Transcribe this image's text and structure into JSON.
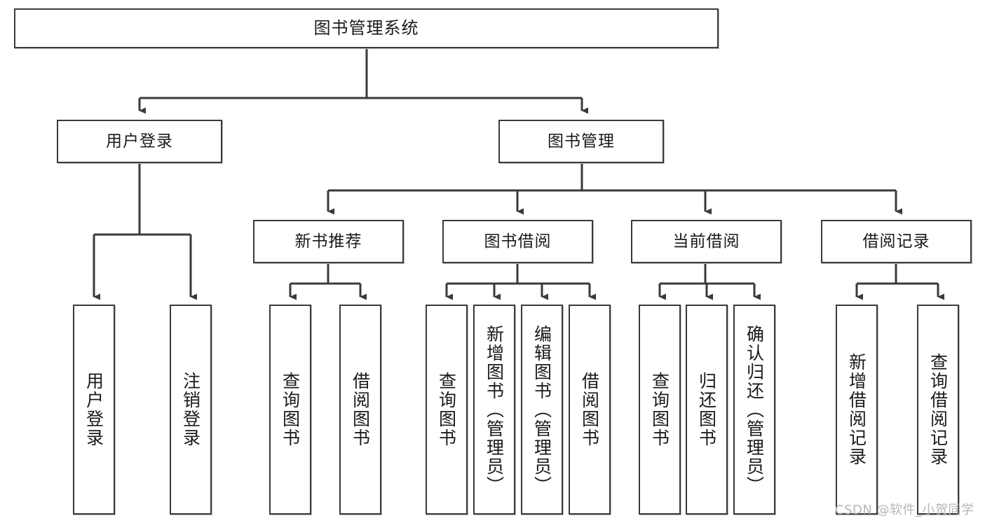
{
  "diagram": {
    "title": "图书管理系统",
    "watermark": "CSDN @软件_小贺同学",
    "line_color": "#3a3a3a",
    "box_border_color": "#3a3a3a",
    "box_fill_color": "#ffffff",
    "text_color": "#1a1a1a",
    "watermark_color": "#b7b7b7"
  },
  "nodes": {
    "root": {
      "label": "图书管理系统"
    },
    "level2": [
      {
        "label": "用户登录"
      },
      {
        "label": "图书管理"
      }
    ],
    "level3": [
      {
        "label": "新书推荐"
      },
      {
        "label": "图书借阅"
      },
      {
        "label": "当前借阅"
      },
      {
        "label": "借阅记录"
      }
    ],
    "leaves": {
      "user_login": [
        {
          "label": "用户登录"
        },
        {
          "label": "注销登录"
        }
      ],
      "new_book_recommend": [
        {
          "label": "查询图书"
        },
        {
          "label": "借阅图书"
        }
      ],
      "book_borrow": [
        {
          "label": "查询图书"
        },
        {
          "label": "新增图书（管理员）"
        },
        {
          "label": "编辑图书（管理员）"
        },
        {
          "label": "借阅图书"
        }
      ],
      "current_borrow": [
        {
          "label": "查询图书"
        },
        {
          "label": "归还图书"
        },
        {
          "label": "确认归还（管理员）"
        }
      ],
      "borrow_record": [
        {
          "label": "新增借阅记录"
        },
        {
          "label": "查询借阅记录"
        }
      ]
    }
  },
  "chart_data": {
    "type": "table",
    "title": "图书管理系统 功能结构图",
    "root": "图书管理系统",
    "hierarchy": [
      {
        "name": "用户登录",
        "children": [
          "用户登录",
          "注销登录"
        ]
      },
      {
        "name": "图书管理",
        "children": [
          {
            "name": "新书推荐",
            "children": [
              "查询图书",
              "借阅图书"
            ]
          },
          {
            "name": "图书借阅",
            "children": [
              "查询图书",
              "新增图书（管理员）",
              "编辑图书（管理员）",
              "借阅图书"
            ]
          },
          {
            "name": "当前借阅",
            "children": [
              "查询图书",
              "归还图书",
              "确认归还（管理员）"
            ]
          },
          {
            "name": "借阅记录",
            "children": [
              "新增借阅记录",
              "查询借阅记录"
            ]
          }
        ]
      }
    ]
  }
}
